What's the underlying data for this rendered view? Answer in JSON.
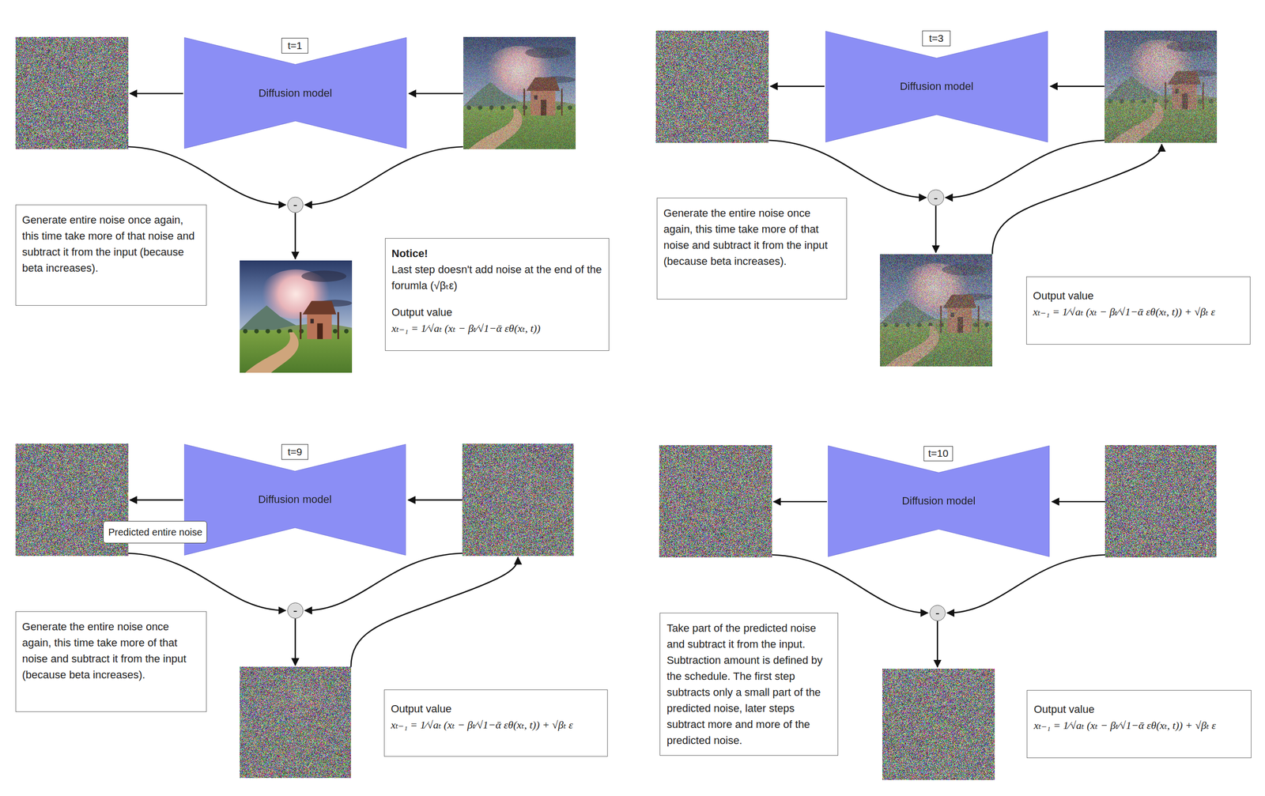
{
  "diagram": {
    "nodes": [
      {
        "text": [
          "t=1"
        ]
      },
      {
        "text": [
          "Diffusion model"
        ]
      },
      {
        "text": [
          "-"
        ]
      },
      {
        "text": [
          "Generate entire noise once again, this time take more of that noise and subtract it from the input (because beta increases)."
        ]
      },
      {
        "text": [
          "Notice!",
          "Last step doesn't add noise at the end of the forumla (√βₜε)",
          "Output value",
          "xₜ₋₁ = 1⁄√aₜ (xₜ − βₜ⁄√1−ᾱ εθ(xₜ, t))"
        ]
      },
      {
        "text": [
          "t=3"
        ]
      },
      {
        "text": [
          "Diffusion model"
        ]
      },
      {
        "text": [
          "-"
        ]
      },
      {
        "text": [
          "Generate the entire noise once again, this time take more of that noise and subtract it from the input (because beta increases)."
        ]
      },
      {
        "text": [
          "Output value",
          "xₜ₋₁ = 1⁄√aₜ (xₜ − βₜ⁄√1−ᾱ εθ(xₜ, t)) + √βₜ ε"
        ]
      },
      {
        "text": [
          "t=9"
        ]
      },
      {
        "text": [
          "Diffusion model"
        ]
      },
      {
        "text": [
          "Predicted entire noise"
        ]
      },
      {
        "text": [
          "-"
        ]
      },
      {
        "text": [
          "Generate the entire noise once again, this time take more of that noise and subtract it from the input (because beta increases)."
        ]
      },
      {
        "text": [
          "Output value",
          "xₜ₋₁ = 1⁄√aₜ (xₜ − βₜ⁄√1−ᾱ εθ(xₜ, t)) + √βₜ ε"
        ]
      },
      {
        "text": [
          "t=10"
        ]
      },
      {
        "text": [
          "Diffusion model"
        ]
      },
      {
        "text": [
          "-"
        ]
      },
      {
        "text": [
          "Take part of the predicted noise and subtract it from the input. Subtraction amount is defined by the schedule. The first step subtracts only a small part of the predicted noise, later steps subtract more and more of the predicted noise."
        ]
      },
      {
        "text": [
          "Output value",
          "xₜ₋₁ = 1⁄√aₜ (xₜ − βₜ⁄√1−ᾱ εθ(xₜ, t)) + √βₜ ε"
        ]
      }
    ]
  }
}
